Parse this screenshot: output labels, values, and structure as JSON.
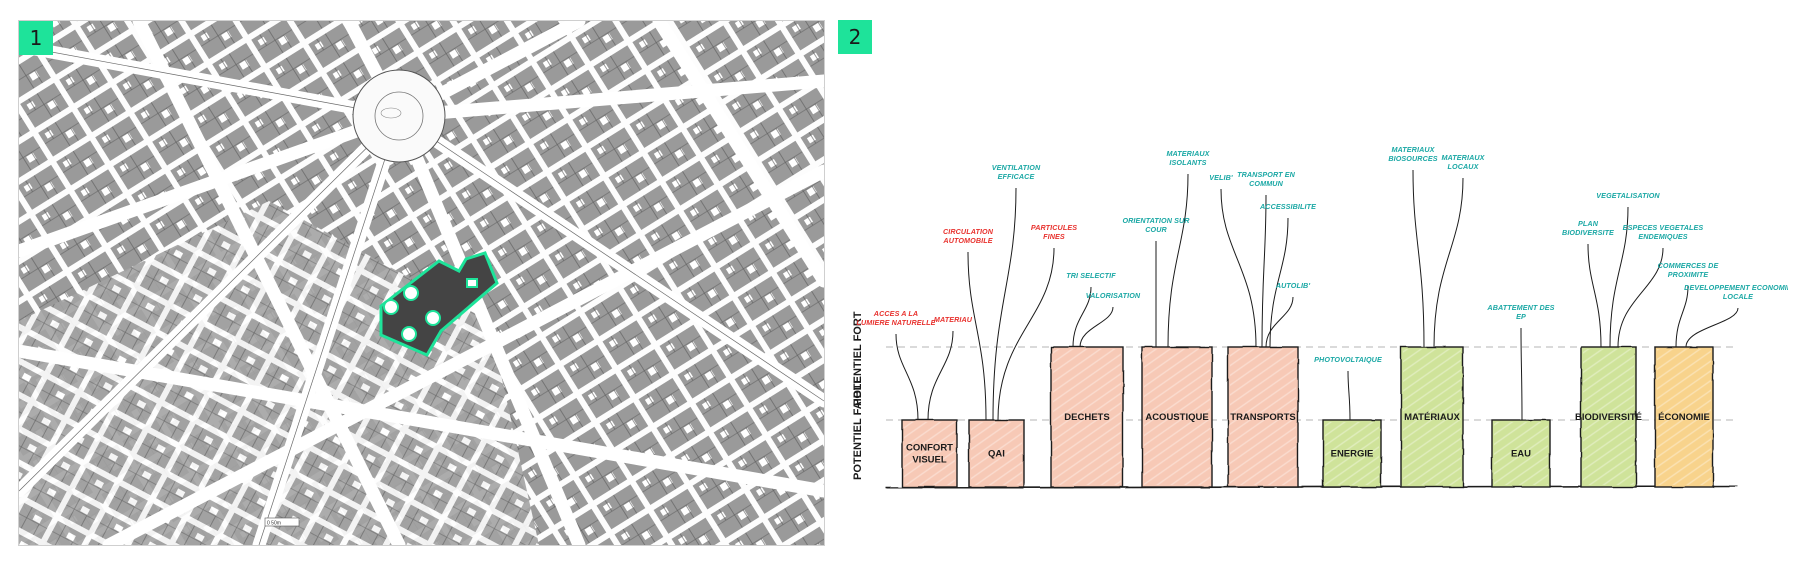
{
  "colors": {
    "accent": "#1ee39a",
    "red": "#e8322e",
    "teal": "#1ba8a5",
    "salmon": "#f7c9b6",
    "green": "#cfe39a",
    "orange": "#f8d38c",
    "ink": "#1b1b1b"
  },
  "panel1": {
    "number": "1",
    "scale_label": "0     50m"
  },
  "panel2": {
    "number": "2",
    "y_labels": [
      "POTENTIEL FORT",
      "POTENTIEL FAIBLE"
    ],
    "bars": [
      {
        "label": "CONFORT VISUEL",
        "color": "salmon",
        "level": "low"
      },
      {
        "label": "QAI",
        "color": "salmon",
        "level": "low"
      },
      {
        "label": "DECHETS",
        "color": "salmon",
        "level": "high"
      },
      {
        "label": "ACOUSTIQUE",
        "color": "salmon",
        "level": "high"
      },
      {
        "label": "TRANSPORTS",
        "color": "salmon",
        "level": "high"
      },
      {
        "label": "ENERGIE",
        "color": "green",
        "level": "low"
      },
      {
        "label": "MATÉRIAUX",
        "color": "green",
        "level": "high"
      },
      {
        "label": "EAU",
        "color": "green",
        "level": "low"
      },
      {
        "label": "BIODIVERSITÉ",
        "color": "green",
        "level": "high"
      },
      {
        "label": "ÉCONOMIE",
        "color": "orange",
        "level": "high"
      }
    ],
    "captions": [
      {
        "text": "ACCES A LA LUMIERE NATURELLE",
        "color": "red"
      },
      {
        "text": "MATERIAU",
        "color": "red"
      },
      {
        "text": "CIRCULATION AUTOMOBILE",
        "color": "red"
      },
      {
        "text": "VENTILATION EFFICACE",
        "color": "teal"
      },
      {
        "text": "PARTICULES FINES",
        "color": "red"
      },
      {
        "text": "TRI SELECTIF",
        "color": "teal"
      },
      {
        "text": "VALORISATION",
        "color": "teal"
      },
      {
        "text": "ORIENTATION SUR COUR",
        "color": "teal"
      },
      {
        "text": "MATERIAUX ISOLANTS",
        "color": "teal"
      },
      {
        "text": "VELIB'",
        "color": "teal"
      },
      {
        "text": "TRANSPORT EN COMMUN",
        "color": "teal"
      },
      {
        "text": "ACCESSIBILITE",
        "color": "teal"
      },
      {
        "text": "AUTOLIB'",
        "color": "teal"
      },
      {
        "text": "PHOTOVOLTAIQUE",
        "color": "teal"
      },
      {
        "text": "MATERIAUX BIOSOURCES",
        "color": "teal"
      },
      {
        "text": "MATERIAUX LOCAUX",
        "color": "teal"
      },
      {
        "text": "ABATTEMENT DES EP",
        "color": "teal"
      },
      {
        "text": "VEGETALISATION",
        "color": "teal"
      },
      {
        "text": "PLAN BIODIVERSITE",
        "color": "teal"
      },
      {
        "text": "ESPECES VEGETALES ENDEMIQUES",
        "color": "teal"
      },
      {
        "text": "COMMERCES DE PROXIMITE",
        "color": "teal"
      },
      {
        "text": "DEVELOPPEMENT ECONOMIE LOCALE",
        "color": "teal"
      }
    ]
  }
}
